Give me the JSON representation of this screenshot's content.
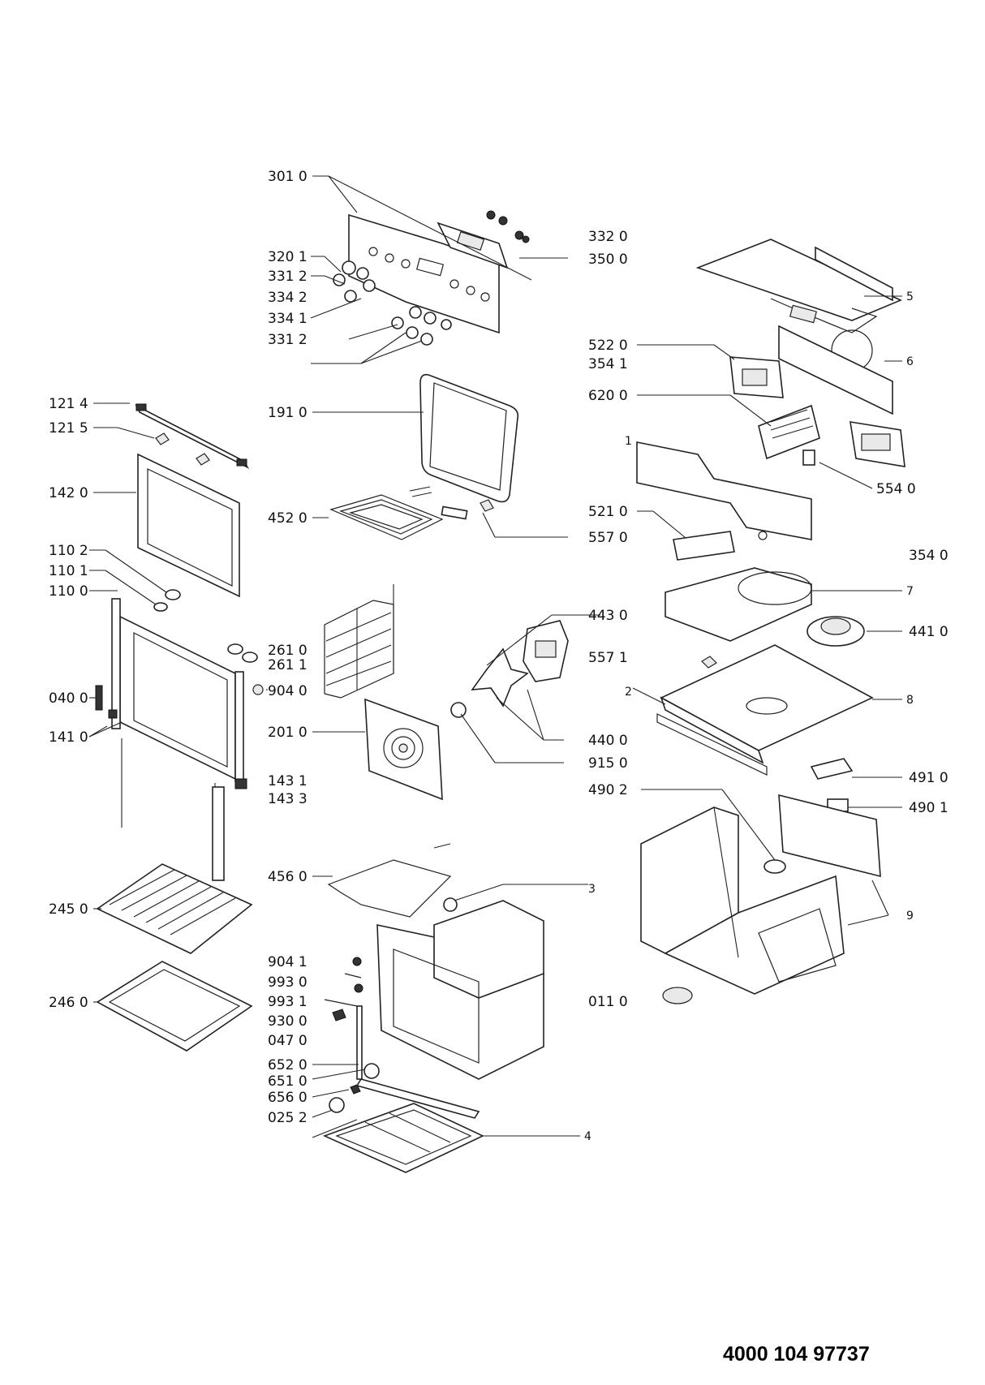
{
  "diagram": {
    "doc_code": "4000 104 97737",
    "labels": {
      "p3010": "301 0",
      "p3320": "332 0",
      "p3500": "350 0",
      "p3201": "320 1",
      "p3312a": "331 2",
      "p3342": "334 2",
      "p3341": "334 1",
      "p3312b": "331 2",
      "p1910": "191 0",
      "p1214": "121 4",
      "p1215": "121 5",
      "p1420": "142 0",
      "p4520": "452 0",
      "p5570": "557 0",
      "p1102": "110 2",
      "p1101": "110 1",
      "p1100": "110 0",
      "p2610": "261 0",
      "p2611": "261 1",
      "p9040": "904 0",
      "p0400": "040 0",
      "p1410": "141 0",
      "p2010": "201 0",
      "p1431": "143 1",
      "p1433": "143 3",
      "p4430": "443 0",
      "p5571": "557 1",
      "p4400": "440 0",
      "p9150": "915 0",
      "p5220": "522 0",
      "p3541": "354 1",
      "p6200": "620 0",
      "p5540": "554 0",
      "p5210": "521 0",
      "p3540": "354 0",
      "p4410": "441 0",
      "p4910": "491 0",
      "p4902": "490 2",
      "p4901": "490 1",
      "p4560": "456 0",
      "p2450": "245 0",
      "p2460": "246 0",
      "p9041": "904 1",
      "p9930": "993 0",
      "p9931": "993 1",
      "p9300": "930 0",
      "p0470": "047 0",
      "p6520": "652 0",
      "p6510": "651 0",
      "p6560": "656 0",
      "p0252": "025 2",
      "p0110": "011 0",
      "n1": "1",
      "n2": "2",
      "n3": "3",
      "n4": "4",
      "n5": "5",
      "n6": "6",
      "n7": "7",
      "n8": "8",
      "n9": "9"
    }
  }
}
